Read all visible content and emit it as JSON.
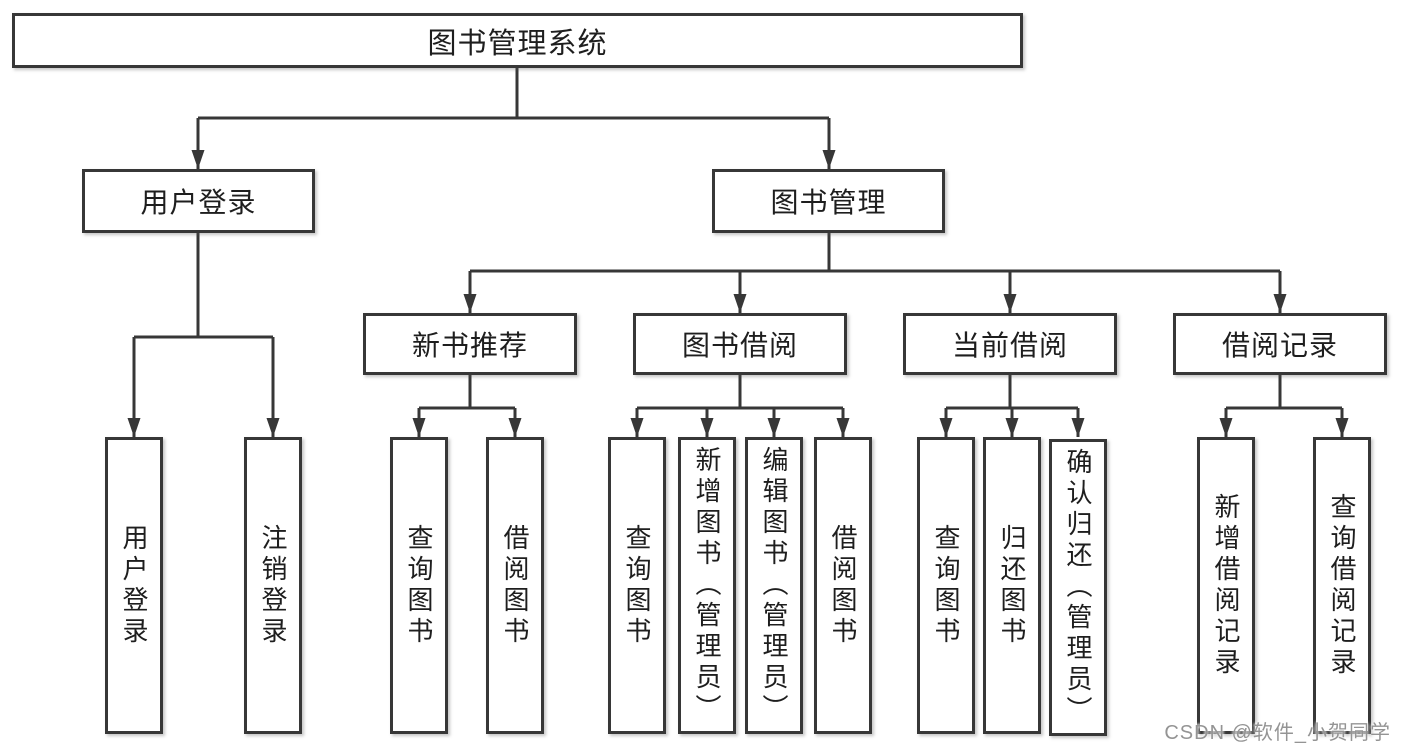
{
  "diagram": {
    "root": "图书管理系统",
    "login_branch": {
      "label": "用户登录",
      "children": [
        "用户登录",
        "注销登录"
      ]
    },
    "mgmt_branch": {
      "label": "图书管理",
      "groups": [
        {
          "label": "新书推荐",
          "children": [
            "查询图书",
            "借阅图书"
          ]
        },
        {
          "label": "图书借阅",
          "children": [
            "查询图书",
            "新增图书（管理员）",
            "编辑图书（管理员）",
            "借阅图书"
          ]
        },
        {
          "label": "当前借阅",
          "children": [
            "查询图书",
            "归还图书",
            "确认归还（管理员）"
          ]
        },
        {
          "label": "借阅记录",
          "children": [
            "新增借阅记录",
            "查询借阅记录"
          ]
        }
      ]
    }
  },
  "watermark": "CSDN @软件_小贺同学",
  "colors": {
    "line": "#373737",
    "text": "#1e1e1e",
    "watermark": "#949494",
    "bg": "#ffffff"
  }
}
